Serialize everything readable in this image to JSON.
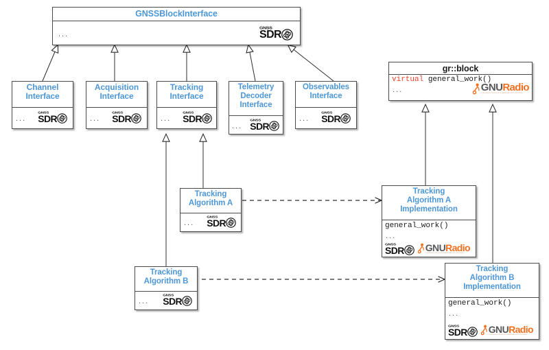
{
  "diagram": {
    "type": "uml-class-diagram",
    "title_color": "#4d97d6",
    "keyword_color": "#e8412a",
    "gnuradio_orange": "#f07020",
    "nodes": [
      {
        "id": "gnss-block-interface",
        "title": "GNSSBlockInterface",
        "members": "...",
        "logos": [
          "gnss-sdr"
        ]
      },
      {
        "id": "channel-interface",
        "title": "Channel Interface",
        "title_lines": [
          "Channel",
          "Interface"
        ],
        "members": "...",
        "logos": [
          "gnss-sdr"
        ]
      },
      {
        "id": "acquisition-interface",
        "title": "Acquisition Interface",
        "title_lines": [
          "Acquisition",
          "Interface"
        ],
        "members": "...",
        "logos": [
          "gnss-sdr"
        ]
      },
      {
        "id": "tracking-interface",
        "title": "Tracking Interface",
        "title_lines": [
          "Tracking",
          "Interface"
        ],
        "members": "...",
        "logos": [
          "gnss-sdr"
        ]
      },
      {
        "id": "telemetry-decoder-interface",
        "title": "Telemetry Decoder Interface",
        "title_lines": [
          "Telemetry",
          "Decoder",
          "Interface"
        ],
        "members": "...",
        "logos": [
          "gnss-sdr"
        ]
      },
      {
        "id": "observables-interface",
        "title": "Observables Interface",
        "title_lines": [
          "Observables",
          "Interface"
        ],
        "members": "...",
        "logos": [
          "gnss-sdr"
        ]
      },
      {
        "id": "gr-block",
        "title": "gr::block",
        "members_keyword": "virtual",
        "members_signature": "general_work()",
        "members": "...",
        "logos": [
          "gnuradio"
        ]
      },
      {
        "id": "tracking-algorithm-a",
        "title": "Tracking Algorithm A",
        "title_lines": [
          "Tracking",
          "Algorithm A"
        ],
        "members": "...",
        "logos": [
          "gnss-sdr"
        ]
      },
      {
        "id": "tracking-algorithm-b",
        "title": "Tracking Algorithm B",
        "title_lines": [
          "Tracking",
          "Algorithm B"
        ],
        "members": "...",
        "logos": [
          "gnss-sdr"
        ]
      },
      {
        "id": "tracking-algorithm-a-implementation",
        "title": "Tracking Algorithm A Implementation",
        "title_lines": [
          "Tracking",
          "Algorithm A",
          "Implementation"
        ],
        "members_signature": "general_work()",
        "members": "...",
        "logos": [
          "gnss-sdr",
          "gnuradio"
        ]
      },
      {
        "id": "tracking-algorithm-b-implementation",
        "title": "Tracking Algorithm B Implementation",
        "title_lines": [
          "Tracking",
          "Algorithm B",
          "Implementation"
        ],
        "members_signature": "general_work()",
        "members": "...",
        "logos": [
          "gnss-sdr",
          "gnuradio"
        ]
      }
    ],
    "edges": [
      {
        "id": "channel-to-gnssblock",
        "kind": "generalization",
        "from": "channel-interface",
        "to": "gnss-block-interface"
      },
      {
        "id": "acquisition-to-gnssblock",
        "kind": "generalization",
        "from": "acquisition-interface",
        "to": "gnss-block-interface"
      },
      {
        "id": "tracking-to-gnssblock",
        "kind": "generalization",
        "from": "tracking-interface",
        "to": "gnss-block-interface"
      },
      {
        "id": "telemetry-to-gnssblock",
        "kind": "generalization",
        "from": "telemetry-decoder-interface",
        "to": "gnss-block-interface"
      },
      {
        "id": "observables-to-gnssblock",
        "kind": "generalization",
        "from": "observables-interface",
        "to": "gnss-block-interface"
      },
      {
        "id": "algorithm-a-to-tracking",
        "kind": "generalization",
        "from": "tracking-algorithm-a",
        "to": "tracking-interface"
      },
      {
        "id": "algorithm-b-to-tracking",
        "kind": "generalization",
        "from": "tracking-algorithm-b",
        "to": "tracking-interface"
      },
      {
        "id": "impl-a-to-grblock",
        "kind": "generalization",
        "from": "tracking-algorithm-a-implementation",
        "to": "gr-block"
      },
      {
        "id": "impl-b-to-grblock",
        "kind": "generalization",
        "from": "tracking-algorithm-b-implementation",
        "to": "gr-block"
      },
      {
        "id": "algorithm-a-to-impl-a",
        "kind": "dependency",
        "from": "tracking-algorithm-a",
        "to": "tracking-algorithm-a-implementation"
      },
      {
        "id": "algorithm-b-to-impl-b",
        "kind": "dependency",
        "from": "tracking-algorithm-b",
        "to": "tracking-algorithm-b-implementation"
      }
    ],
    "logo_text": {
      "gnss_small": "GNSS",
      "sdr_big": "SDR",
      "gnu": "GNU",
      "radio": "Radio",
      "gnuradio_tagline": "THE FREE & OPEN SOFTWARE RADIO ECOSYSTEM"
    }
  }
}
